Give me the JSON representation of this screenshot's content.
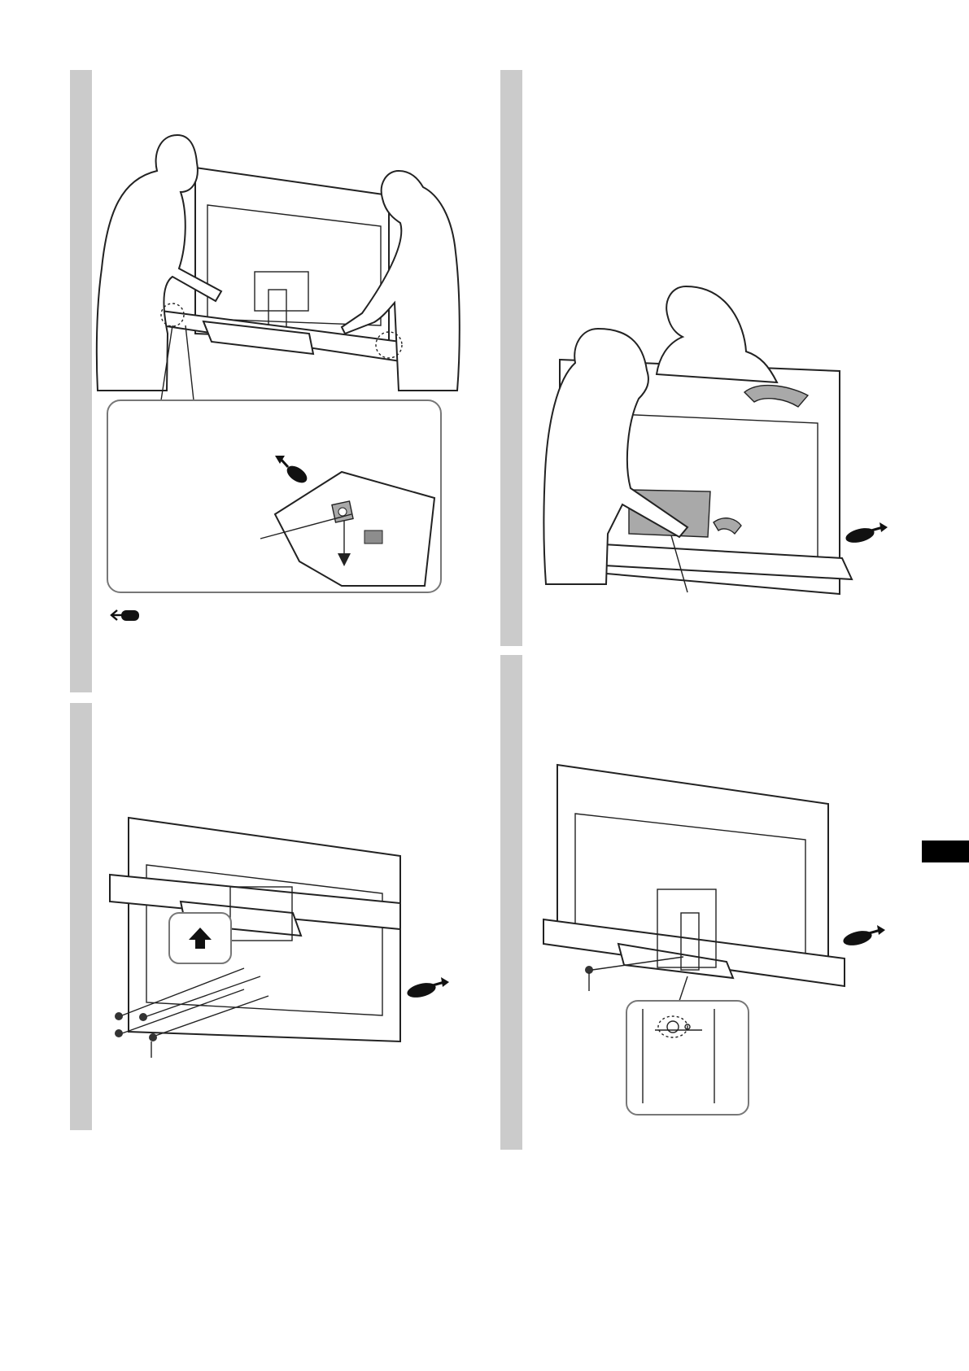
{
  "page": {
    "background": "#ffffff",
    "step_bar_color": "#cbcbcb"
  },
  "steps": [
    {
      "position": "top-left",
      "icons": [
        "person-silhouette-icon",
        "person-silhouette-icon",
        "tv-back-icon",
        "detail-callout-icon",
        "hand-direction-icon",
        "arrow-down-icon",
        "back-arrow-icon"
      ]
    },
    {
      "position": "top-right",
      "icons": [
        "person-silhouette-icon",
        "person-silhouette-icon",
        "tv-back-icon",
        "curved-arrow-icon",
        "hand-direction-icon"
      ]
    },
    {
      "position": "bottom-left",
      "icons": [
        "tv-back-icon",
        "up-arrow-badge-icon",
        "screw-icon",
        "hand-direction-icon"
      ]
    },
    {
      "position": "bottom-right",
      "icons": [
        "tv-back-icon",
        "screw-icon",
        "bracket-detail-icon",
        "hand-direction-icon"
      ]
    }
  ],
  "side_tab": {
    "color": "#000000"
  }
}
